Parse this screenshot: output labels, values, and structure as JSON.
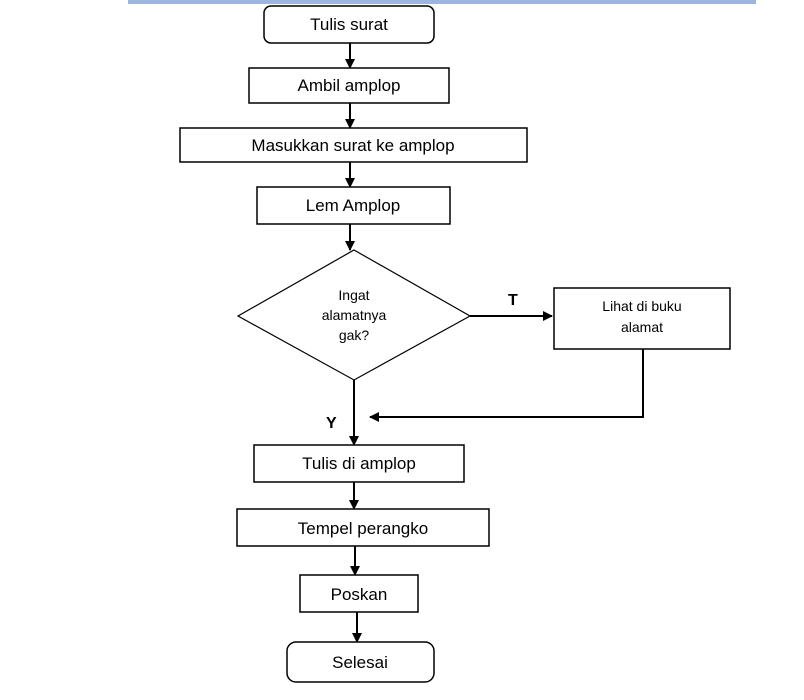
{
  "flowchart": {
    "steps": {
      "start": "Tulis surat",
      "get_envelope": "Ambil amplop",
      "insert_letter": "Masukkan surat ke amplop",
      "glue": "Lem Amplop",
      "write_address": "Tulis di amplop",
      "stamp": "Tempel perangko",
      "post": "Poskan",
      "end": "Selesai"
    },
    "decision": {
      "line1": "Ingat",
      "line2": "alamatnya",
      "line3": "gak?"
    },
    "lookup": {
      "line1": "Lihat di buku",
      "line2": "alamat"
    },
    "branch_labels": {
      "no": "T",
      "yes": "Y"
    }
  }
}
